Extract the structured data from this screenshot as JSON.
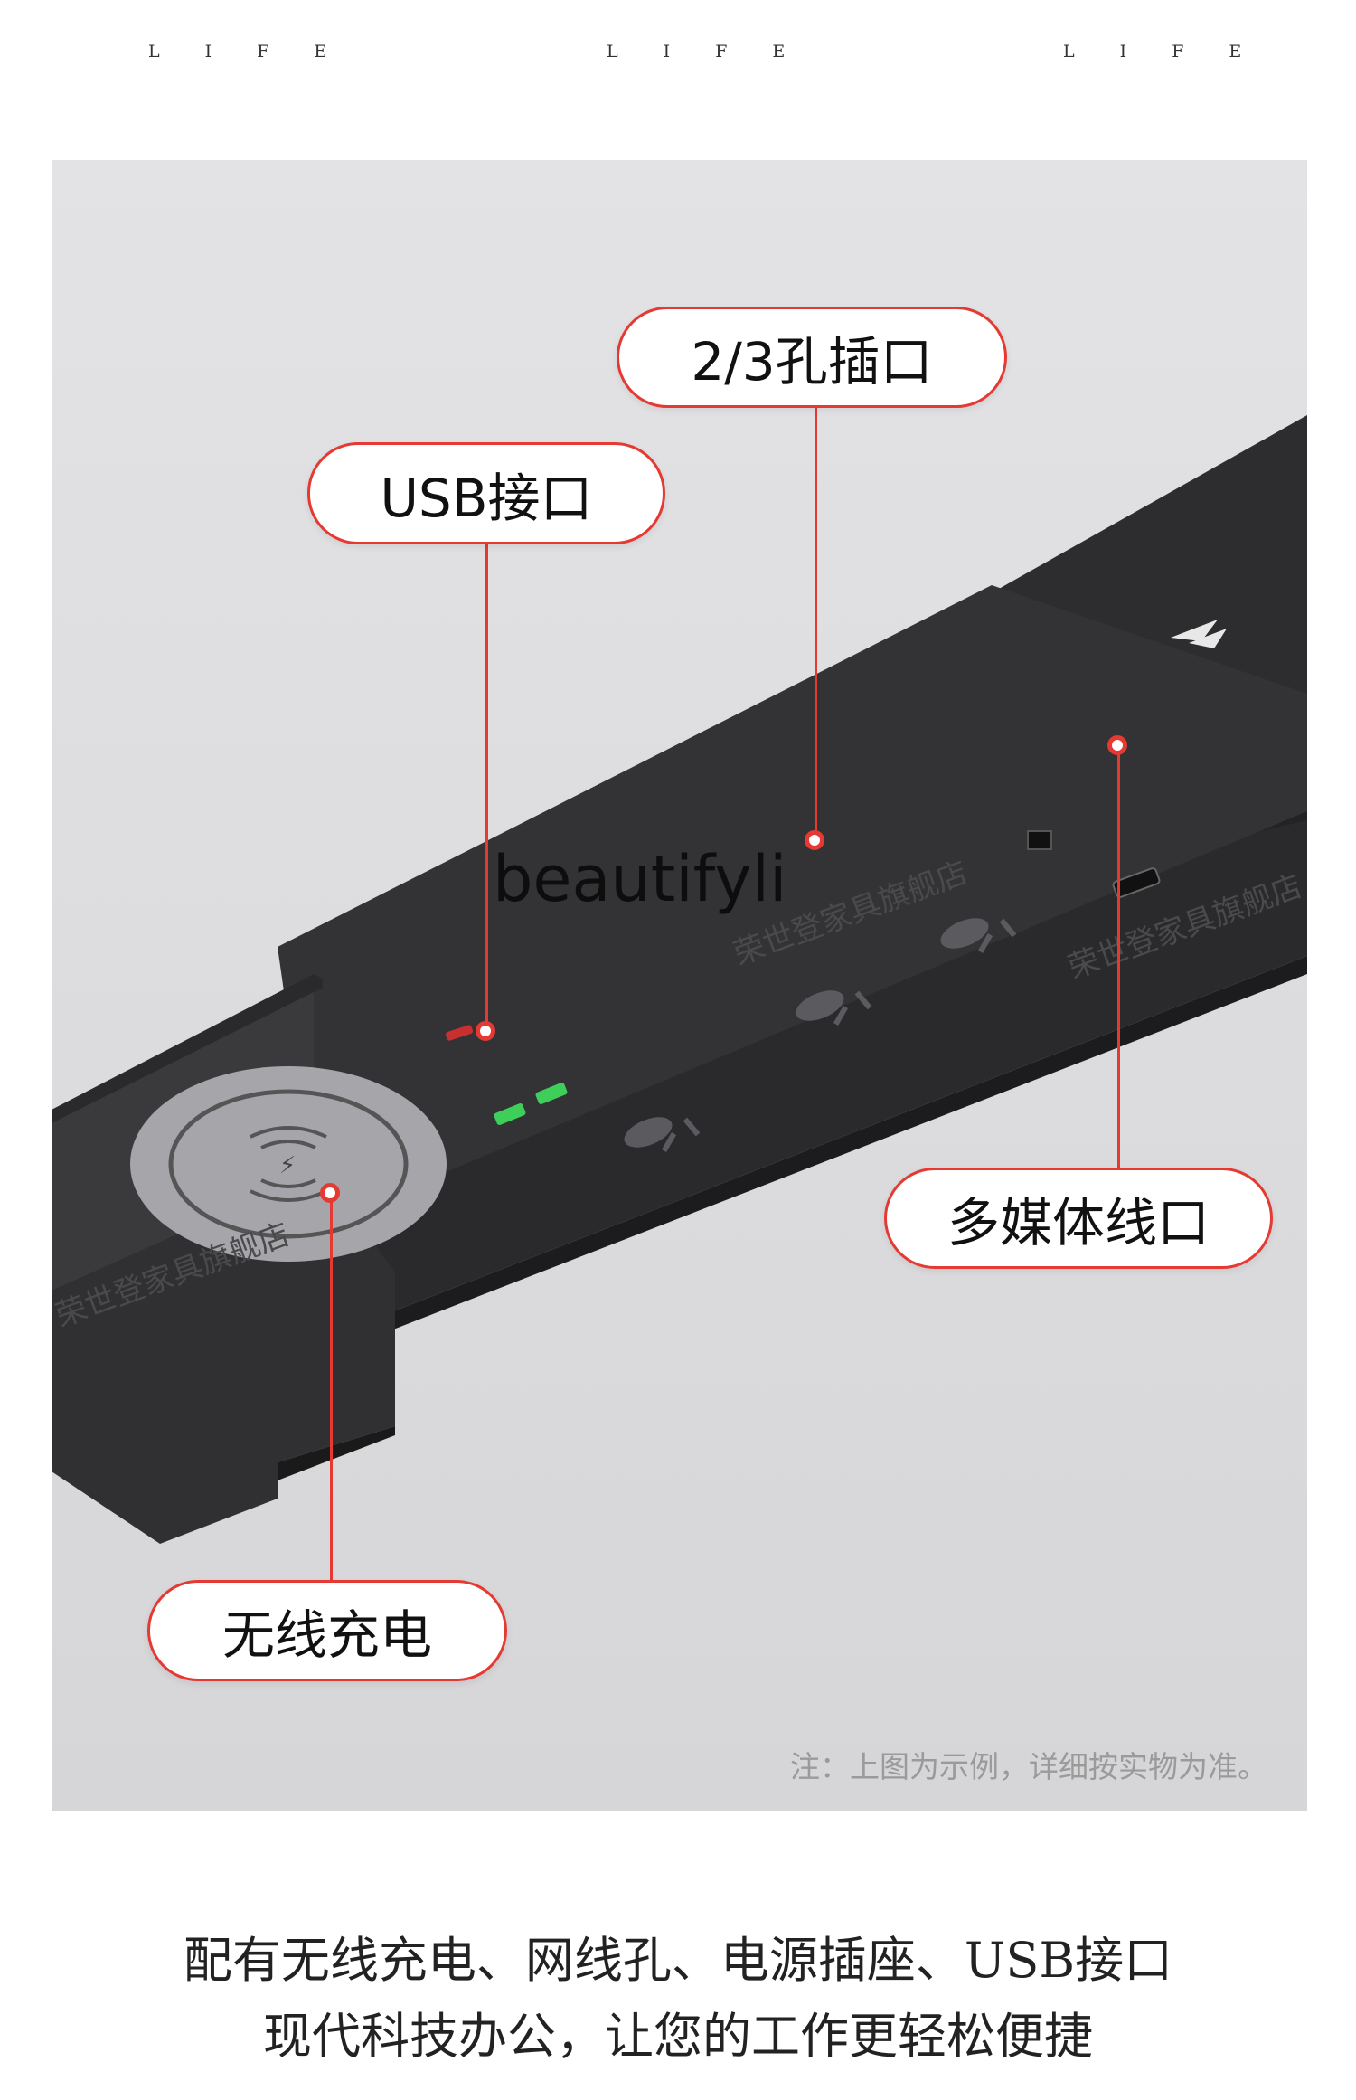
{
  "header": {
    "life_label": "L I F E"
  },
  "labels": {
    "socket": "2/3孔插口",
    "usb": "USB接口",
    "media": "多媒体线口",
    "wireless": "无线充电"
  },
  "watermark": "beautifyli",
  "note": "注：上图为示例，详细按实物为准。",
  "caption": {
    "line1": "配有无线充电、网线孔、电源插座、USB接口",
    "line2": "现代科技办公，让您的工作更轻松便捷"
  },
  "colors": {
    "accent": "#e53a33",
    "strip": "#2a2a2c",
    "usb_green": "#3ecf5a"
  }
}
